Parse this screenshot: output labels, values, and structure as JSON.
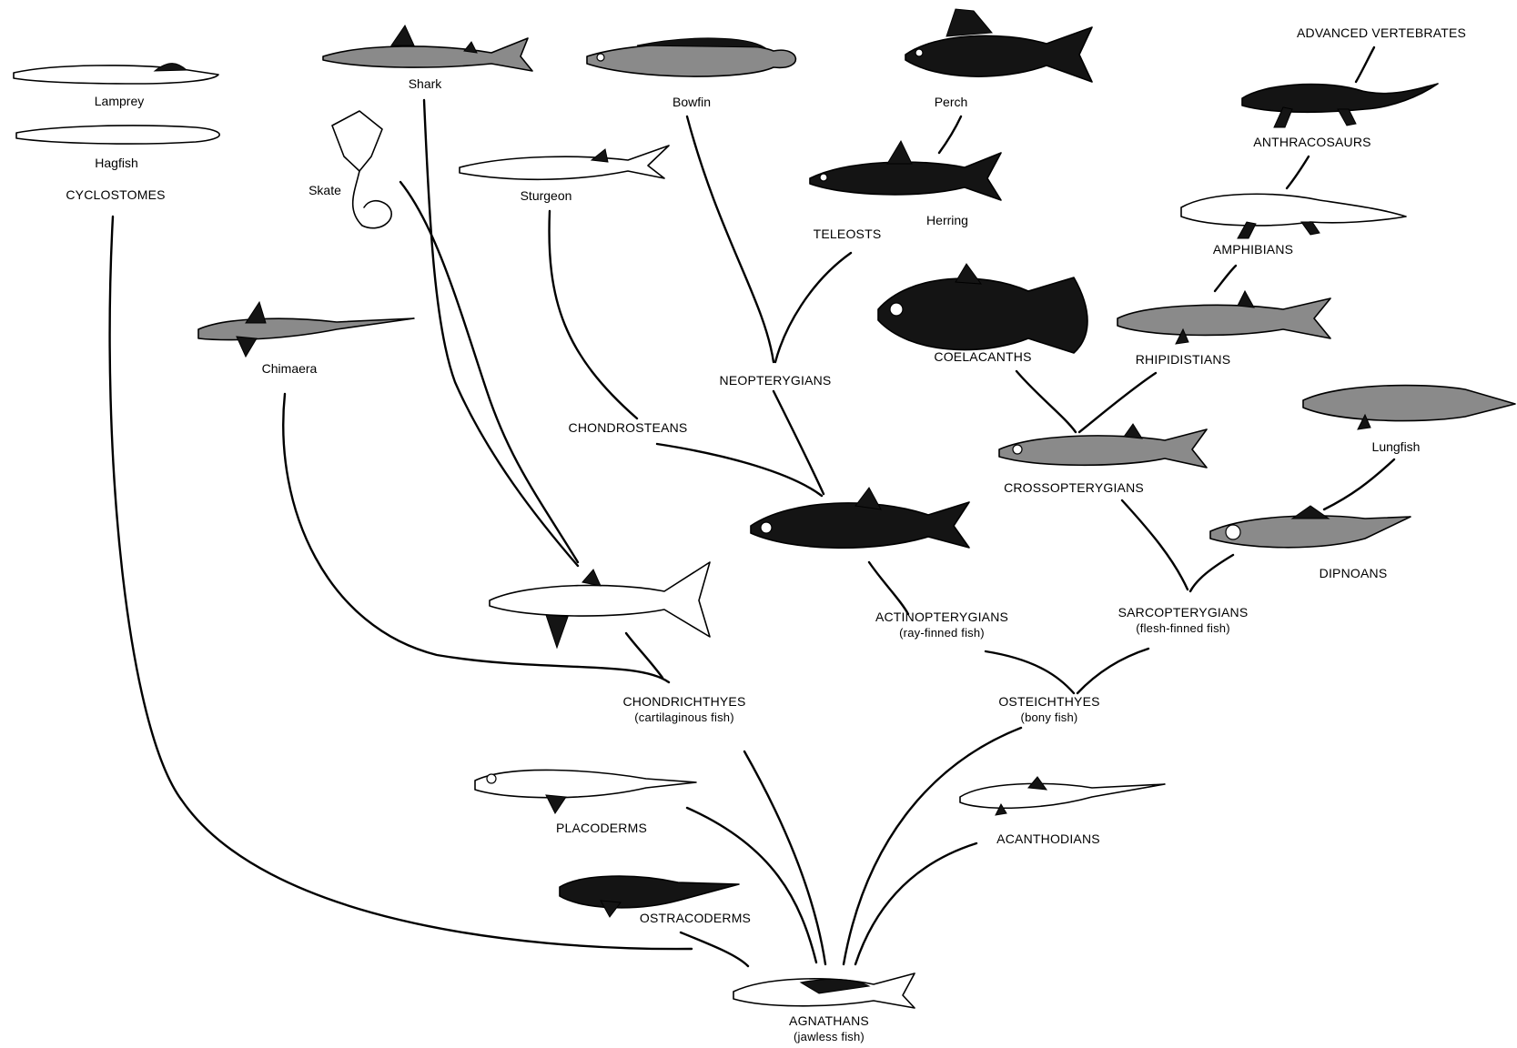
{
  "colors": {
    "ink": "#000000",
    "paper": "#ffffff"
  },
  "labels": {
    "lamprey": "Lamprey",
    "hagfish": "Hagfish",
    "cyclostomes": "CYCLOSTOMES",
    "shark": "Shark",
    "skate": "Skate",
    "chimaera": "Chimaera",
    "bowfin": "Bowfin",
    "sturgeon": "Sturgeon",
    "perch": "Perch",
    "herring": "Herring",
    "teleosts": "TELEOSTS",
    "advanced_vertebrates": "ADVANCED VERTEBRATES",
    "anthracosaurs": "ANTHRACOSAURS",
    "amphibians": "AMPHIBIANS",
    "coelacanths": "COELACANTHS",
    "rhipidistians": "RHIPIDISTIANS",
    "neopterygians": "NEOPTERYGIANS",
    "chondrosteans": "CHONDROSTEANS",
    "lungfish": "Lungfish",
    "crossopterygians": "CROSSOPTERYGIANS",
    "dipnoans": "DIPNOANS",
    "actinopterygians": {
      "name": "ACTINOPTERYGIANS",
      "note": "(ray-finned fish)"
    },
    "sarcopterygians": {
      "name": "SARCOPTERYGIANS",
      "note": "(flesh-finned fish)"
    },
    "chondrichthyes": {
      "name": "CHONDRICHTHYES",
      "note": "(cartilaginous fish)"
    },
    "osteichthyes": {
      "name": "OSTEICHTHYES",
      "note": "(bony fish)"
    },
    "placoderms": "PLACODERMS",
    "acanthodians": "ACANTHODIANS",
    "ostracoderms": "OSTRACODERMS",
    "agnathans": {
      "name": "AGNATHANS",
      "note": "(jawless fish)"
    }
  }
}
